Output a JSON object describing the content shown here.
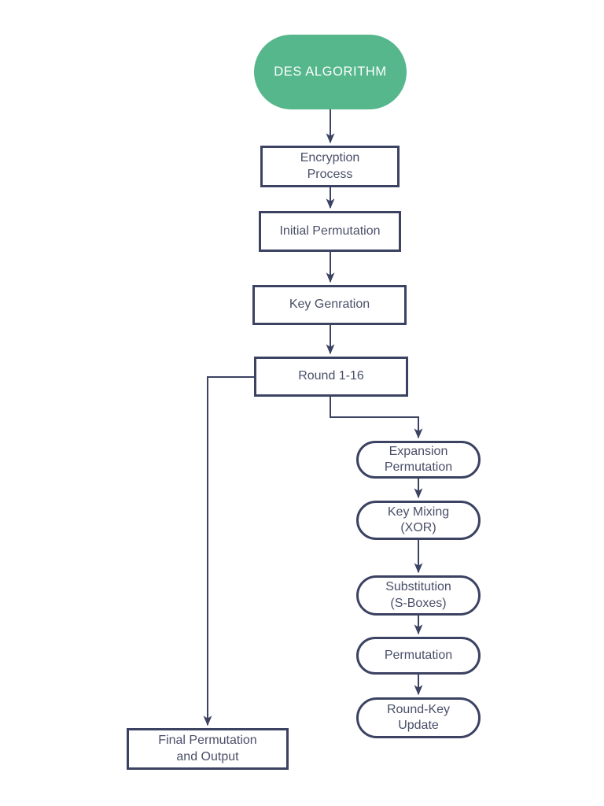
{
  "diagram": {
    "title": "DES ALGORITHM",
    "colors": {
      "accent_green": "#55B78B",
      "line_navy": "#3B4262",
      "node_fill": "#FFFFFF",
      "text": "#4A4F68",
      "start_text": "#FFFFFF",
      "background": "#FFFFFF"
    },
    "nodes": {
      "start": {
        "label": "DES ALGORITHM",
        "shape": "start-terminator"
      },
      "encryption_process": {
        "label": "Encryption\nProcess",
        "shape": "rectangle"
      },
      "initial_permutation": {
        "label": "Initial Permutation",
        "shape": "rectangle"
      },
      "key_genration": {
        "label": "Key Genration",
        "shape": "rectangle"
      },
      "round_1_16": {
        "label": "Round 1-16",
        "shape": "rectangle"
      },
      "expansion_permutation": {
        "label": "Expansion\nPermutation",
        "shape": "stadium"
      },
      "key_mixing_xor": {
        "label": "Key Mixing\n(XOR)",
        "shape": "stadium"
      },
      "substitution_s_boxes": {
        "label": "Substitution\n(S-Boxes)",
        "shape": "stadium"
      },
      "permutation": {
        "label": "Permutation",
        "shape": "stadium"
      },
      "round_key_update": {
        "label": "Round-Key\nUpdate",
        "shape": "stadium"
      },
      "final_permutation_output": {
        "label": "Final Permutation\nand Output",
        "shape": "rectangle"
      }
    },
    "edges": [
      {
        "from": "start",
        "to": "encryption_process"
      },
      {
        "from": "encryption_process",
        "to": "initial_permutation"
      },
      {
        "from": "initial_permutation",
        "to": "key_genration"
      },
      {
        "from": "key_genration",
        "to": "round_1_16"
      },
      {
        "from": "round_1_16",
        "to": "expansion_permutation"
      },
      {
        "from": "round_1_16",
        "to": "final_permutation_output"
      },
      {
        "from": "expansion_permutation",
        "to": "key_mixing_xor"
      },
      {
        "from": "key_mixing_xor",
        "to": "substitution_s_boxes"
      },
      {
        "from": "substitution_s_boxes",
        "to": "permutation"
      },
      {
        "from": "permutation",
        "to": "round_key_update"
      }
    ]
  }
}
